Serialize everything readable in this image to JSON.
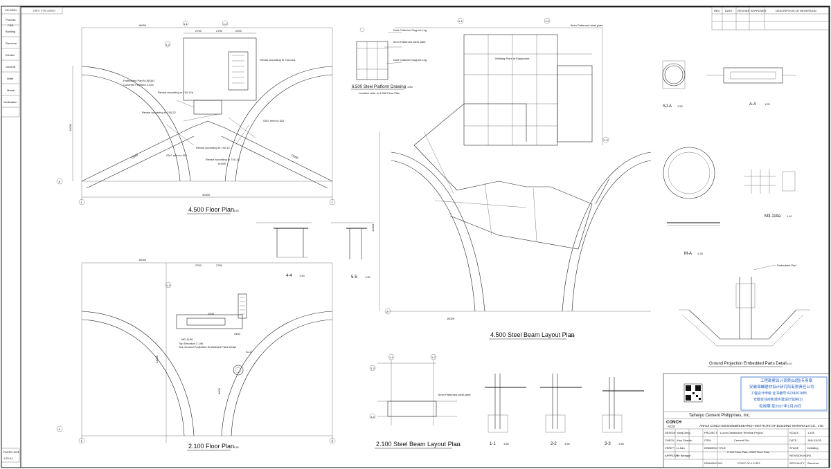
{
  "drawing_number_vertical": "CF007-02-1.2-357",
  "left_strip": {
    "top_label": "CD-SIGN",
    "items": [
      "Process",
      "CAD",
      "Building",
      "Structure",
      "Electric",
      "General",
      "Write",
      "Modal",
      "Verification"
    ],
    "bottom": [
      "PAPER SIZE",
      "1:25  A1"
    ]
  },
  "revision_table": {
    "headers": [
      "REV.",
      "DATE",
      "REVISER",
      "APPROVER",
      "DESCRIPTION OF REVERSION"
    ]
  },
  "views": {
    "floor_4500": {
      "title": "4.500 Floor Plan",
      "scale": "1:50",
      "annotations": [
        "Revise according to 740-22a",
        "Embedded Part M-8(S)#1",
        "Concrete Finished 4.425",
        "Revise according to 740-22",
        "Revise according to 740-12",
        "GM7 refer to 521",
        "Revise according to 740-13",
        "8=600",
        "GM7 refer to 522",
        "Revise according to 740-12a"
      ],
      "dims": [
        "16000",
        "2700",
        "2700",
        "2200",
        "30000",
        "14000",
        "13000",
        "11000"
      ]
    },
    "floor_2100": {
      "title": "2.100 Floor Plan",
      "scale": "1:50",
      "annotations": [
        "Top Elevation 2.146",
        "See Ground Projection Embedded Parts Detail",
        "SJ-A",
        "MD-1190"
      ],
      "dims": [
        "16000",
        "2700",
        "2700",
        "2400",
        "2500",
        "14000",
        "9600"
      ]
    },
    "platform_6500": {
      "title": "6.500 Steel Platform Drawing",
      "scale": "1:50",
      "note": "Location refer to 4.500 Floor Plan",
      "callouts": [
        "Dust Collector Support Leg",
        "5mm Patterned steel plate",
        "Dust Collector Support Leg"
      ]
    },
    "beam_4500": {
      "title": "4.500 Steel Beam Layout Plan",
      "scale": "1:50",
      "callouts": [
        "5mm Patterned steel plate",
        "Welding Point of Equipment"
      ],
      "dims": [
        "16000",
        "10300"
      ]
    },
    "beam_2100": {
      "title": "2.100 Steel Beam Layout Plan",
      "scale": "1:50",
      "callouts": [
        "5mm Patterned steel plate"
      ]
    },
    "section_44": {
      "title": "4-4",
      "scale": "1:50"
    },
    "section_55": {
      "title": "5-5",
      "scale": "1:50"
    },
    "section_11": {
      "title": "1-1",
      "scale": "1:50"
    },
    "section_22": {
      "title": "2-2",
      "scale": "1:50"
    },
    "section_33": {
      "title": "3-3",
      "scale": "1:50"
    },
    "sj_a": {
      "title": "SJ-A",
      "scale": "1:50"
    },
    "a_a": {
      "title": "A-A",
      "scale": "1:25"
    },
    "m3_119a": {
      "title": "M3-119a",
      "scale": "1:10"
    },
    "m_a": {
      "title": "M-A",
      "scale": "1:25"
    },
    "ground_embedded": {
      "title": "Ground Projection Embedded Parts Detail",
      "scale": "1:10",
      "callout": "Embedded Part"
    }
  },
  "approval_stamp": {
    "lines": [
      "工程勘察设计资质(出图)专用章",
      "安徽海螺建材设计研究院有限责任公司",
      "工程设计甲级  证书编号:A234001885",
      "安徽省住房和城乡建设厅监制(3)",
      "有效期:至2027年1月28日"
    ]
  },
  "title_block": {
    "client": "Taiheiyo Cement Philippines, Inc.",
    "company_logo": "CONCH",
    "company_logo_sub": "ACDI",
    "institute": "ANHUI CONCH DESIGN&RESEARCH INSTITUTE OF BUILDING MATERIALS CO., LTD",
    "rows": [
      {
        "role": "DESIGN",
        "name": "Yang Deng",
        "field": "PROJECT",
        "value": "Luzon Distribution Terminal Project",
        "k2": "SCALE",
        "v2": "1:100"
      },
      {
        "role": "CHECK",
        "name": "Xiao Shaolin",
        "field": "ITEM",
        "value": "Cement Silo",
        "k2": "DATE",
        "v2": "JAN./13/25"
      },
      {
        "role": "VERIFY",
        "name": "Li Jian",
        "field": "DRAWING TITLE",
        "value": "2.100 Floor Plan, 4.500 Floor Plan",
        "k2": "STAGE",
        "v2": "Detailing"
      },
      {
        "role": "APPROVE",
        "name": "Ye Wenglai",
        "field": "",
        "value": "",
        "k2": "REVISION NO.",
        "v2": "R0"
      },
      {
        "role": "",
        "name": "",
        "field": "DRAWING NO.",
        "value": "CF007-02-1.2-357",
        "k2": "SPECIALTY",
        "v2": "Structure"
      }
    ]
  }
}
